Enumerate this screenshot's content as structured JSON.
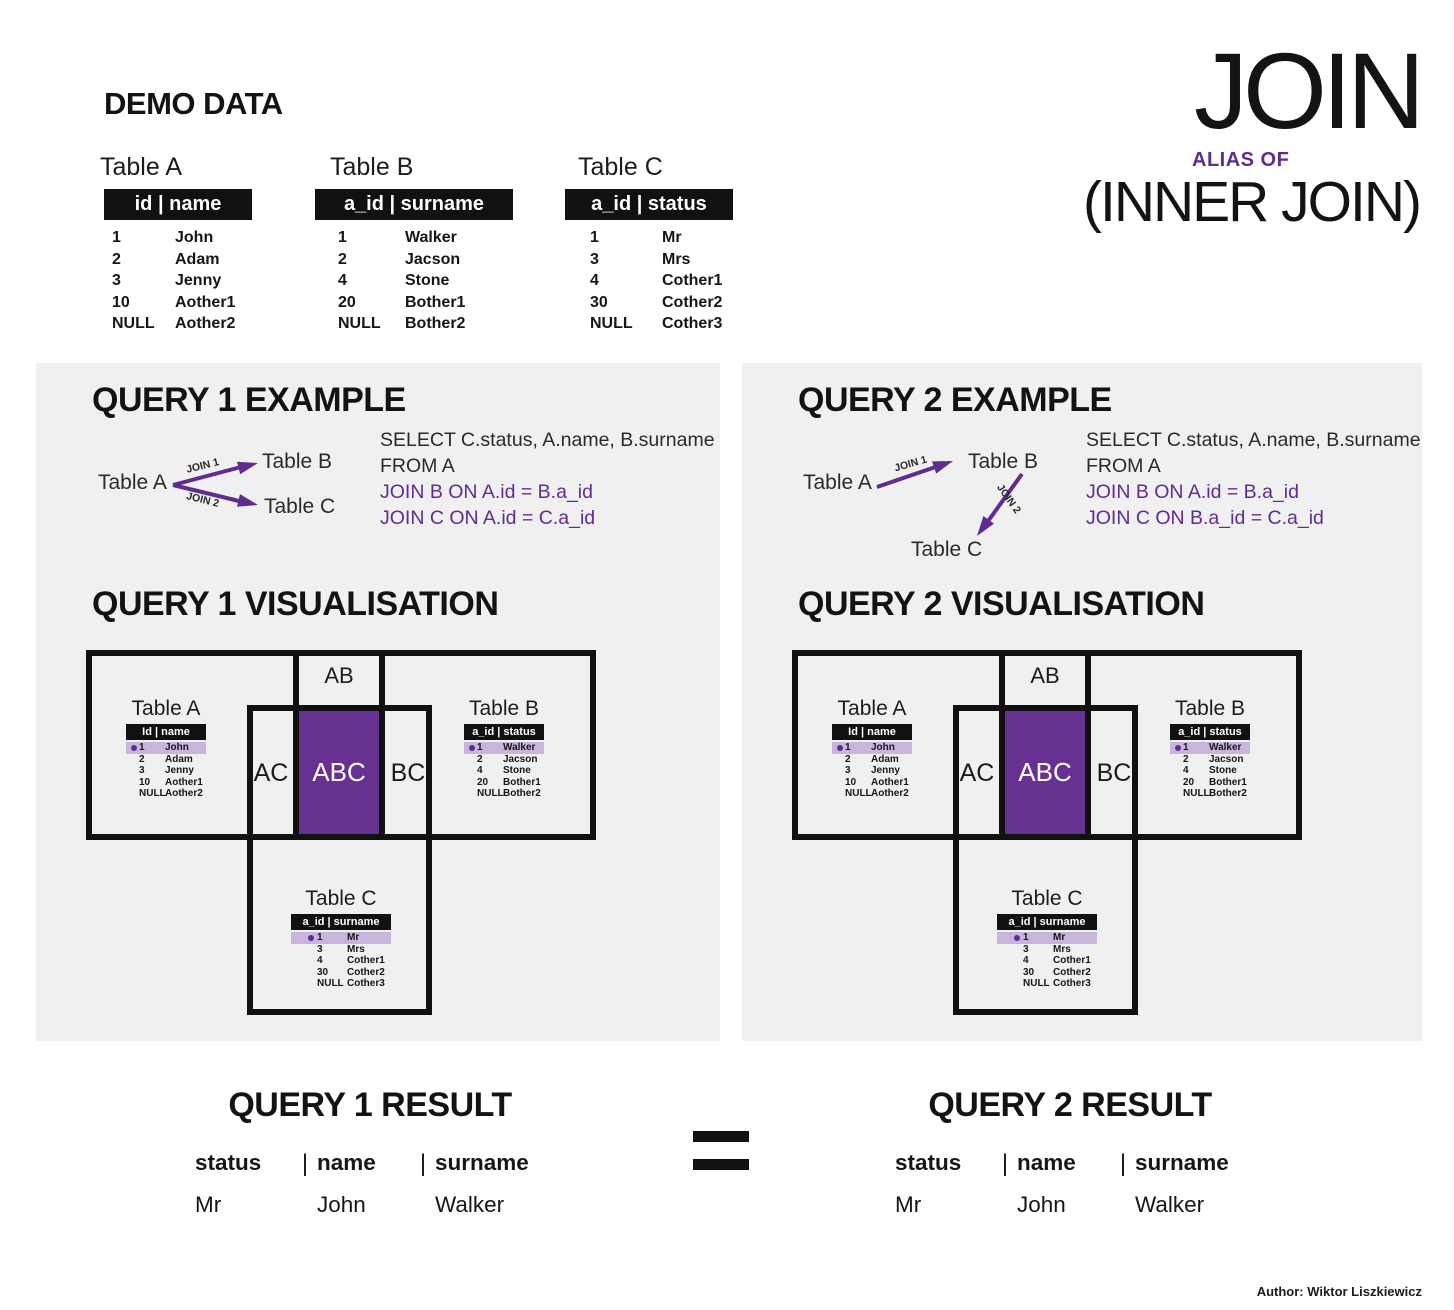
{
  "colors": {
    "accent_purple": "#5f2c91",
    "abc_fill_purple": "#673192",
    "row_highlight_purple": "#c9b4dc",
    "marker_dot_purple": "#5c2d91",
    "panel_background": "#f0f0f1",
    "table_header_background": "#111111"
  },
  "demo": {
    "heading": "DEMO DATA",
    "tables": [
      {
        "title": "Table A",
        "header": "id  |  name",
        "rows": [
          [
            "1",
            "John"
          ],
          [
            "2",
            "Adam"
          ],
          [
            "3",
            "Jenny"
          ],
          [
            "10",
            "Aother1"
          ],
          [
            "NULL",
            "Aother2"
          ]
        ]
      },
      {
        "title": "Table B",
        "header": "a_id  |  surname",
        "rows": [
          [
            "1",
            "Walker"
          ],
          [
            "2",
            "Jacson"
          ],
          [
            "4",
            "Stone"
          ],
          [
            "20",
            "Bother1"
          ],
          [
            "NULL",
            "Bother2"
          ]
        ]
      },
      {
        "title": "Table C",
        "header": "a_id  |  status",
        "rows": [
          [
            "1",
            "Mr"
          ],
          [
            "3",
            "Mrs"
          ],
          [
            "4",
            "Cother1"
          ],
          [
            "30",
            "Cother2"
          ],
          [
            "NULL",
            "Cother3"
          ]
        ]
      }
    ]
  },
  "title_block": {
    "title": "JOIN",
    "alias": "ALIAS OF",
    "subtitle": "(INNER JOIN)"
  },
  "queries": [
    {
      "example_heading": "QUERY 1 EXAMPLE",
      "diagram": {
        "table_a": "Table A",
        "table_b": "Table B",
        "table_c": "Table C",
        "join1": "JOIN 1",
        "join2": "JOIN 2"
      },
      "sql": {
        "line1": "SELECT C.status, A.name, B.surname",
        "line2": "FROM A",
        "line3": "JOIN B ON A.id = B.a_id",
        "line4": "JOIN C ON A.id = C.a_id"
      },
      "viz_heading": "QUERY 1 VISUALISATION",
      "viz": {
        "regions": {
          "ab": "AB",
          "abc": "ABC",
          "ac": "AC",
          "bc": "BC"
        },
        "tables": [
          {
            "title": "Table A",
            "header": "Id | name",
            "rows": [
              [
                "1",
                "John"
              ],
              [
                "2",
                "Adam"
              ],
              [
                "3",
                "Jenny"
              ],
              [
                "10",
                "Aother1"
              ],
              [
                "NULL",
                "Aother2"
              ]
            ]
          },
          {
            "title": "Table B",
            "header": "a_id | status",
            "rows": [
              [
                "1",
                "Walker"
              ],
              [
                "2",
                "Jacson"
              ],
              [
                "4",
                "Stone"
              ],
              [
                "20",
                "Bother1"
              ],
              [
                "NULL",
                "Bother2"
              ]
            ]
          },
          {
            "title": "Table C",
            "header": "a_id | surname",
            "rows": [
              [
                "1",
                "Mr"
              ],
              [
                "3",
                "Mrs"
              ],
              [
                "4",
                "Cother1"
              ],
              [
                "30",
                "Cother2"
              ],
              [
                "NULL",
                "Cother3"
              ]
            ]
          }
        ]
      },
      "result_heading": "QUERY 1 RESULT",
      "result": {
        "columns": [
          "status",
          "name",
          "surname"
        ],
        "separator": "|",
        "row": [
          "Mr",
          "John",
          "Walker"
        ]
      }
    },
    {
      "example_heading": "QUERY 2 EXAMPLE",
      "diagram": {
        "table_a": "Table A",
        "table_b": "Table B",
        "table_c": "Table C",
        "join1": "JOIN 1",
        "join2": "JOIN 2"
      },
      "sql": {
        "line1": "SELECT C.status, A.name, B.surname",
        "line2": "FROM A",
        "line3": "JOIN B ON A.id = B.a_id",
        "line4": "JOIN C ON B.a_id = C.a_id"
      },
      "viz_heading": "QUERY 2 VISUALISATION",
      "viz": {
        "regions": {
          "ab": "AB",
          "abc": "ABC",
          "ac": "AC",
          "bc": "BC"
        },
        "tables": [
          {
            "title": "Table A",
            "header": "Id | name",
            "rows": [
              [
                "1",
                "John"
              ],
              [
                "2",
                "Adam"
              ],
              [
                "3",
                "Jenny"
              ],
              [
                "10",
                "Aother1"
              ],
              [
                "NULL",
                "Aother2"
              ]
            ]
          },
          {
            "title": "Table B",
            "header": "a_id | status",
            "rows": [
              [
                "1",
                "Walker"
              ],
              [
                "2",
                "Jacson"
              ],
              [
                "4",
                "Stone"
              ],
              [
                "20",
                "Bother1"
              ],
              [
                "NULL",
                "Bother2"
              ]
            ]
          },
          {
            "title": "Table C",
            "header": "a_id | surname",
            "rows": [
              [
                "1",
                "Mr"
              ],
              [
                "3",
                "Mrs"
              ],
              [
                "4",
                "Cother1"
              ],
              [
                "30",
                "Cother2"
              ],
              [
                "NULL",
                "Cother3"
              ]
            ]
          }
        ]
      },
      "result_heading": "QUERY 2 RESULT",
      "result": {
        "columns": [
          "status",
          "name",
          "surname"
        ],
        "separator": "|",
        "row": [
          "Mr",
          "John",
          "Walker"
        ]
      }
    }
  ],
  "equals": "=",
  "footer": {
    "author": "Author: Wiktor Liszkiewicz"
  }
}
